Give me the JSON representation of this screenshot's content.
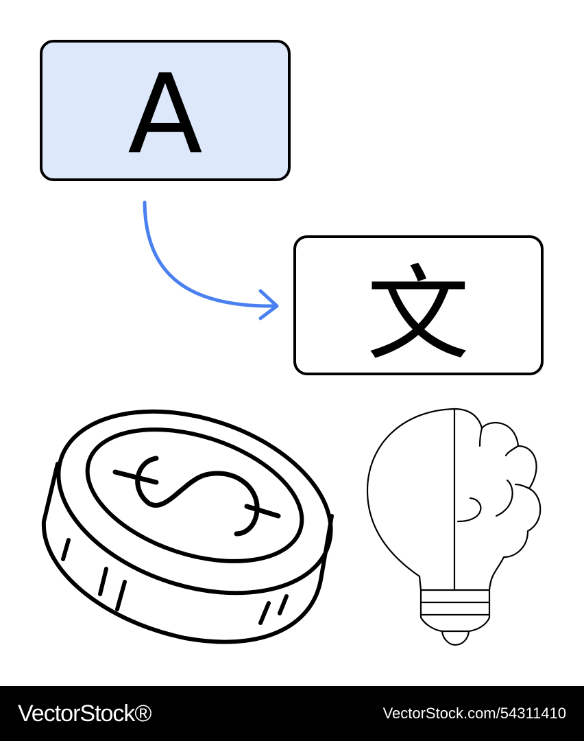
{
  "source_letter": "A",
  "target_glyph": "文",
  "colors": {
    "source_box_fill": "#dde8fa",
    "arrow": "#4a80f0",
    "stroke": "#000000",
    "footer_bg": "#000000",
    "footer_text": "#ffffff"
  },
  "icons": [
    "arrow-icon",
    "coin-icon",
    "dollar-sign-icon",
    "lightbulb-brain-icon"
  ],
  "footer": {
    "brand": "VectorStock®",
    "image_id": "VectorStock.com/54311410"
  }
}
